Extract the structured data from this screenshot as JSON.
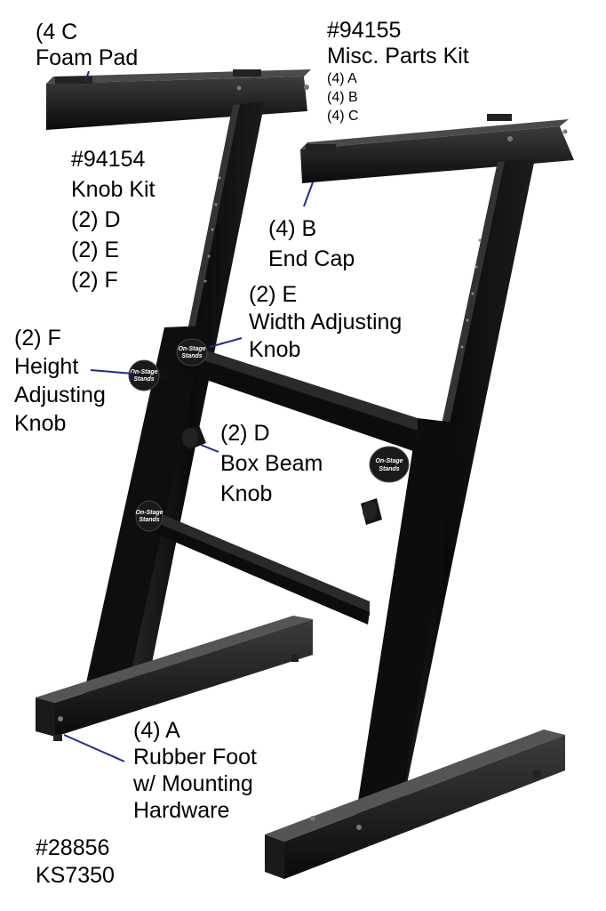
{
  "labels": {
    "foam_pad": {
      "line1": "(4 C",
      "line2": "Foam Pad"
    },
    "misc_kit": {
      "title1": "#94155",
      "title2": "Misc. Parts Kit",
      "item_a": "(4) A",
      "item_b": "(4) B",
      "item_c": "(4) C"
    },
    "knob_kit": {
      "title1": "#94154",
      "title2": "Knob Kit",
      "item_d": "(2) D",
      "item_e": "(2) E",
      "item_f": "(2) F"
    },
    "end_cap": {
      "line1": "(4) B",
      "line2": "End Cap"
    },
    "width_knob": {
      "line1": "(2) E",
      "line2": "Width Adjusting",
      "line3": "Knob"
    },
    "height_knob": {
      "line1": "(2) F",
      "line2": "Height",
      "line3": "Adjusting",
      "line4": "Knob"
    },
    "box_beam_knob": {
      "line1": "(2) D",
      "line2": "Box Beam",
      "line3": "Knob"
    },
    "rubber_foot": {
      "line1": "(4) A",
      "line2": "Rubber Foot",
      "line3": "w/ Mounting",
      "line4": "Hardware"
    },
    "model": {
      "line1": "#28856",
      "line2": "KS7350"
    }
  },
  "logo": {
    "line1": "On-Stage",
    "line2": "Stands"
  },
  "colors": {
    "frame": "#0c0c0c",
    "frame_highlight": "#3a3a3a",
    "leader_line": "#1f2a8c",
    "background": "#ffffff"
  }
}
